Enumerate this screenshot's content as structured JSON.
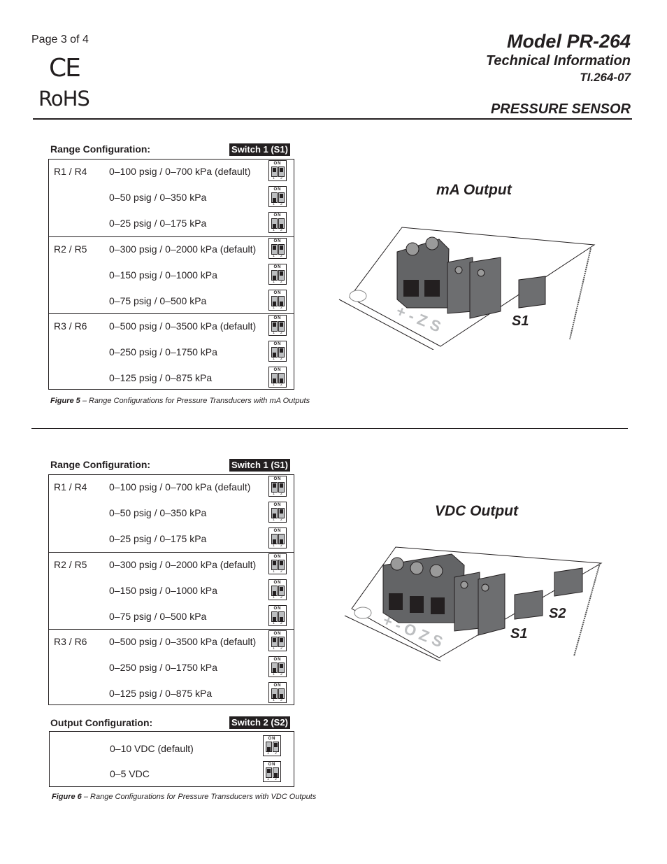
{
  "header": {
    "page": "Page 3 of 4",
    "ce": "CE",
    "rohs": "RoHS",
    "model": "Model PR-264",
    "subtitle": "Technical Information",
    "ti_number": "TI.264-07",
    "product": "PRESSURE SENSOR"
  },
  "fig5": {
    "config_title": "Range Configuration:",
    "switch_label": "Switch 1 (S1)",
    "groups": [
      {
        "label": "R1 / R4",
        "rows": [
          {
            "text": "0–100 psig / 0–700 kPa (default)",
            "sw1": "up",
            "sw2": "up"
          },
          {
            "text": "0–50 psig / 0–350 kPa",
            "sw1": "down",
            "sw2": "up"
          },
          {
            "text": "0–25 psig / 0–175 kPa",
            "sw1": "down",
            "sw2": "down"
          }
        ]
      },
      {
        "label": "R2 / R5",
        "rows": [
          {
            "text": "0–300 psig / 0–2000 kPa (default)",
            "sw1": "up",
            "sw2": "up"
          },
          {
            "text": "0–150 psig / 0–1000 kPa",
            "sw1": "down",
            "sw2": "up"
          },
          {
            "text": "0–75 psig / 0–500 kPa",
            "sw1": "down",
            "sw2": "down"
          }
        ]
      },
      {
        "label": "R3 / R6",
        "rows": [
          {
            "text": "0–500 psig / 0–3500 kPa (default)",
            "sw1": "up",
            "sw2": "up"
          },
          {
            "text": "0–250 psig / 0–1750 kPa",
            "sw1": "down",
            "sw2": "up"
          },
          {
            "text": "0–125 psig / 0–875 kPa",
            "sw1": "down",
            "sw2": "down"
          }
        ]
      }
    ],
    "caption_num": "Figure 5",
    "caption_text": " – Range Configurations for Pressure Transducers with mA Outputs",
    "output_title": "mA Output",
    "terminal_labels": "+ -  Z S",
    "s1": "S1"
  },
  "fig6": {
    "config_title": "Range Configuration:",
    "switch_label": "Switch 1 (S1)",
    "groups": [
      {
        "label": "R1 / R4",
        "rows": [
          {
            "text": "0–100 psig / 0–700 kPa (default)",
            "sw1": "up",
            "sw2": "up"
          },
          {
            "text": "0–50 psig / 0–350 kPa",
            "sw1": "down",
            "sw2": "up"
          },
          {
            "text": "0–25 psig / 0–175 kPa",
            "sw1": "down",
            "sw2": "down"
          }
        ]
      },
      {
        "label": "R2 / R5",
        "rows": [
          {
            "text": "0–300 psig / 0–2000 kPa (default)",
            "sw1": "up",
            "sw2": "up"
          },
          {
            "text": "0–150 psig / 0–1000 kPa",
            "sw1": "down",
            "sw2": "up"
          },
          {
            "text": "0–75 psig / 0–500 kPa",
            "sw1": "down",
            "sw2": "down"
          }
        ]
      },
      {
        "label": "R3 / R6",
        "rows": [
          {
            "text": "0–500 psig / 0–3500 kPa (default)",
            "sw1": "up",
            "sw2": "up"
          },
          {
            "text": "0–250 psig / 0–1750 kPa",
            "sw1": "down",
            "sw2": "up"
          },
          {
            "text": "0–125 psig / 0–875 kPa",
            "sw1": "down",
            "sw2": "down"
          }
        ]
      }
    ],
    "output_config_title": "Output Configuration:",
    "switch2_label": "Switch 2 (S2)",
    "output_rows": [
      {
        "text": "0–10 VDC (default)",
        "sw1": "down",
        "sw2": "up"
      },
      {
        "text": "0–5 VDC",
        "sw1": "up",
        "sw2": "down"
      }
    ],
    "caption_num": "Figure 6",
    "caption_text": " – Range Configurations for Pressure Transducers with VDC Outputs",
    "output_title": "VDC Output",
    "terminal_labels": "+ - O Z S",
    "s1": "S1",
    "s2": "S2"
  }
}
